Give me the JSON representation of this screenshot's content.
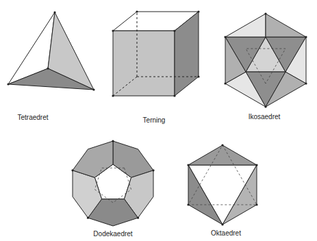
{
  "diagram": {
    "labels": [
      "Tetraedret",
      "Terning",
      "Ikosaedret",
      "Dodekaedret",
      "Oktaedret"
    ]
  }
}
